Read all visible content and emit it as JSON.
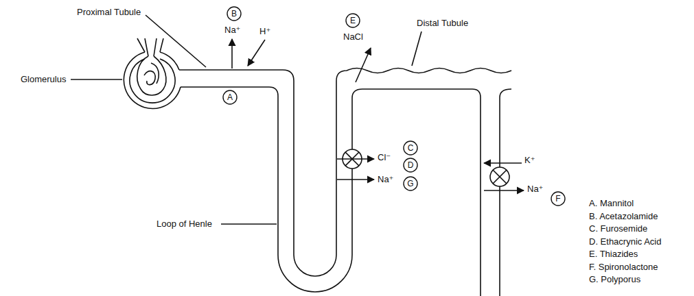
{
  "diagram": {
    "nodes": [
      {
        "text": [
          "A"
        ]
      },
      {
        "text": [
          "B"
        ]
      },
      {
        "text": [
          "C"
        ]
      },
      {
        "text": [
          "D"
        ]
      },
      {
        "text": [
          "E"
        ]
      },
      {
        "text": [
          "F"
        ]
      },
      {
        "text": [
          "G"
        ]
      }
    ],
    "labels": [
      "Proximal Tubule",
      "Glomerulus",
      "Na⁺",
      "H⁺",
      "NaCl",
      "Distal Tubule",
      "Cl⁻",
      "Na⁺",
      "Loop of Henle",
      "K⁺",
      "Na⁺",
      "A. Mannitol",
      "B. Acetazolamide",
      "C. Furosemide",
      "D. Ethacrynic Acid",
      "E. Thiazides",
      "F. Spironolactone",
      "G. Polyporus"
    ]
  }
}
